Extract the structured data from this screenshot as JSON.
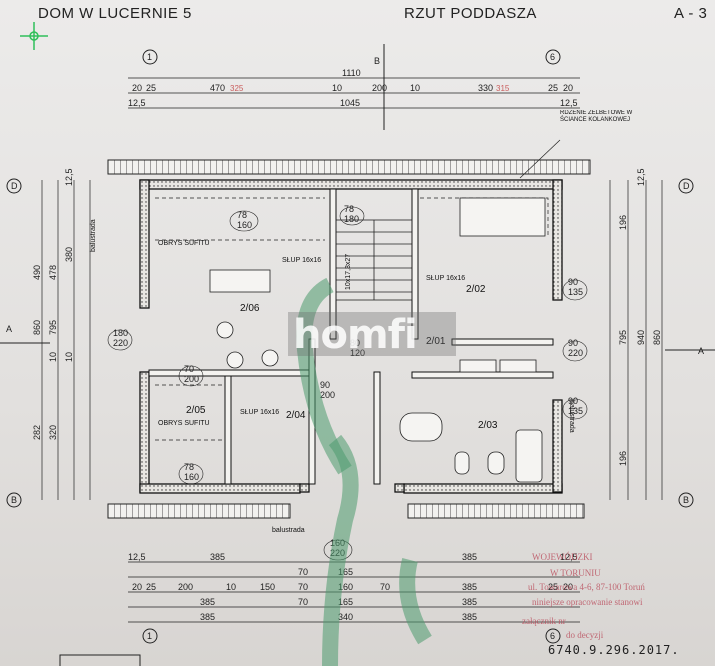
{
  "header": {
    "title_left": "DOM W LUCERNIE 5",
    "title_center": "RZUT PODDASZA",
    "sheet": "A - 3"
  },
  "axes": {
    "top_left": "1",
    "top_right": "6",
    "top_section": "B",
    "left_top": "D",
    "left_bottom": "B",
    "side_section": "A"
  },
  "top_dims": {
    "row1": "1110",
    "row2": [
      "20",
      "25",
      "470",
      "10",
      "200",
      "10",
      "330",
      "25",
      "20"
    ],
    "row3": [
      "12,5",
      "1045",
      "12,5"
    ]
  },
  "bottom_dims": {
    "row1": [
      "12,5",
      "385",
      "70",
      "165",
      "385",
      "12,5"
    ],
    "row2": [
      "20",
      "25",
      "200",
      "10",
      "150",
      "70",
      "160",
      "70",
      "385",
      "25",
      "20"
    ],
    "row3": [
      "385",
      "70",
      "165",
      "385"
    ],
    "row4": [
      "385",
      "340",
      "385"
    ]
  },
  "left_dims": [
    "860",
    "795",
    "490",
    "478",
    "380",
    "10",
    "10",
    "320",
    "282",
    "12,5"
  ],
  "right_dims": [
    "196",
    "860",
    "795",
    "940",
    "196",
    "12,5"
  ],
  "rooms": [
    {
      "id": "2/06"
    },
    {
      "id": "2/02"
    },
    {
      "id": "2/01"
    },
    {
      "id": "2/05"
    },
    {
      "id": "2/04"
    },
    {
      "id": "2/03"
    }
  ],
  "labels": {
    "obrys_sufitu_1": "OBRYS SUFITU",
    "obrys_sufitu_2": "OBRYS SUFITU",
    "slup_1": "SŁUP 16x16",
    "slup_2": "SŁUP 16x16",
    "slup_3": "SŁUP 16x16",
    "balustrada_1": "balustrada",
    "balustrada_2": "balustrada",
    "balustrada_3": "balustrada",
    "rdzenie": "RDZENIE ŻELBETOWE W ŚCIANCE KOLANKOWEJ",
    "stair": "10x17,3x27"
  },
  "openings": [
    "78",
    "160",
    "78",
    "180",
    "180",
    "220",
    "90",
    "135",
    "90",
    "220",
    "80",
    "120",
    "90",
    "200",
    "70",
    "200",
    "78",
    "160",
    "90",
    "135",
    "160",
    "220"
  ],
  "watermark": "homfi",
  "stamp": {
    "line1": "WOJEWÓDZKI",
    "line2": "W TORUNIU",
    "line3": "ul. Towarowa 4-6, 87-100 Toruń",
    "line4": "niniejsze opracowanie stanowi",
    "line5": "załącznik nr",
    "line6": "do decyzji"
  },
  "case_number": "6740.9.296.2017."
}
